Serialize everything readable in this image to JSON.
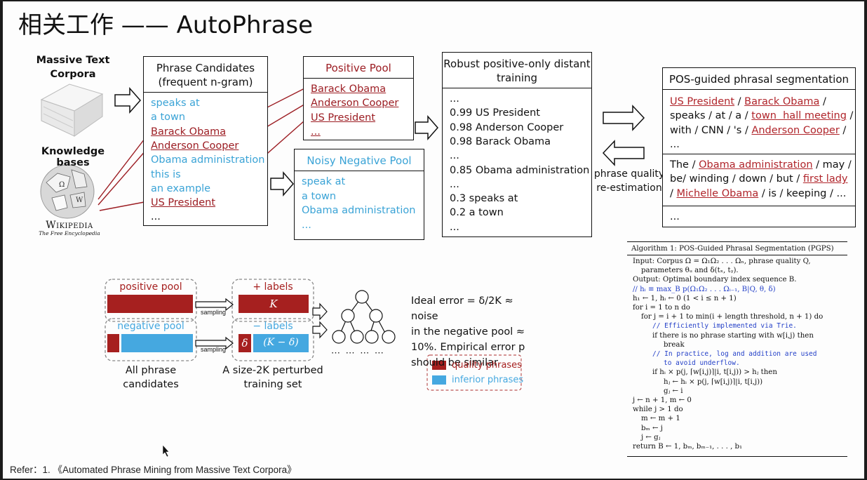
{
  "title": "相关工作 —— AutoPhrase",
  "sources": {
    "massive_text": "Massive Text\nCorpora",
    "knowledge_bases": "Knowledge bases",
    "wikipedia": "Wikipedia",
    "wikipedia_sub": "The Free Encyclopedia"
  },
  "phrase_candidates": {
    "header": "Phrase Candidates\n(frequent n-gram)",
    "items": [
      {
        "text": "speaks at",
        "kind": "blue"
      },
      {
        "text": "a town",
        "kind": "blue"
      },
      {
        "text": "Barack Obama",
        "kind": "red"
      },
      {
        "text": "Anderson Cooper",
        "kind": "red"
      },
      {
        "text": "Obama administration",
        "kind": "blue"
      },
      {
        "text": "this is",
        "kind": "blue"
      },
      {
        "text": "an example",
        "kind": "blue"
      },
      {
        "text": "US President",
        "kind": "red"
      },
      {
        "text": "...",
        "kind": "black"
      }
    ]
  },
  "positive_pool": {
    "header": "Positive Pool",
    "items": [
      "Barack Obama",
      "Anderson Cooper",
      "US President",
      "..."
    ]
  },
  "noisy_negative_pool": {
    "header": "Noisy Negative Pool",
    "items": [
      "speak at",
      "a town",
      "Obama administration",
      "..."
    ]
  },
  "robust_training": {
    "header": "Robust positive-only distant\ntraining",
    "items": [
      "...",
      "0.99 US President",
      "0.98 Anderson Cooper",
      "0.98 Barack Obama",
      "...",
      "0.85 Obama administration",
      "...",
      "0.3 speaks at",
      "0.2 a town",
      "..."
    ]
  },
  "phrase_quality_label": "phrase quality\nre-estimation",
  "pos_segmentation": {
    "header": "POS-guided phrasal segmentation",
    "seg1": [
      [
        {
          "t": "US President",
          "u": true
        },
        {
          "t": " / ",
          "u": false
        },
        {
          "t": "Barack Obama",
          "u": true
        },
        {
          "t": " /",
          "u": false
        }
      ],
      [
        {
          "t": "speaks / at / a / ",
          "u": false
        },
        {
          "t": "town  hall meeting",
          "u": true
        },
        {
          "t": " /",
          "u": false
        }
      ],
      [
        {
          "t": "with / CNN / 's / ",
          "u": false
        },
        {
          "t": "Anderson Cooper",
          "u": true
        },
        {
          "t": " /",
          "u": false
        }
      ],
      [
        {
          "t": "...",
          "u": false
        }
      ]
    ],
    "seg2": [
      [
        {
          "t": "The / ",
          "u": false
        },
        {
          "t": "Obama administration",
          "u": true
        },
        {
          "t": " / may /",
          "u": false
        }
      ],
      [
        {
          "t": "be/ winding / down / but / ",
          "u": false
        },
        {
          "t": "first lady",
          "u": true
        }
      ],
      [
        {
          "t": "/ ",
          "u": false
        },
        {
          "t": "Michelle Obama",
          "u": true
        },
        {
          "t": " / is / keeping / ...",
          "u": false
        }
      ]
    ],
    "seg3": "..."
  },
  "bottom_diagram": {
    "positive_pool": "positive pool",
    "negative_pool": "negative pool",
    "sampling": "sampling",
    "plus_labels": "+ labels",
    "minus_labels": "− labels",
    "K": "K",
    "delta": "δ",
    "K_minus_delta": "(K − δ)",
    "all_candidates": "All phrase\ncandidates",
    "perturbed_set": "A size-2K perturbed\ntraining set",
    "ideal_error": "Ideal error = δ/2K ≈ noise\nin the negative pool ≈\n10%. Empirical error p\nshould be similar.",
    "legend": [
      {
        "label": "quality phrases",
        "color": "#a6201f"
      },
      {
        "label": "inferior phrases",
        "color": "#45a8e0"
      }
    ]
  },
  "algorithm": {
    "title": "Algorithm 1: POS-Guided Phrasal Segmentation (PGPS)",
    "lines": [
      {
        "t": "Input: Corpus Ω = Ω₁Ω₂ . . . Ωₙ, phrase quality Q,",
        "i": 0,
        "c": "n"
      },
      {
        "t": "parameters θᵤ and δ(tₓ, tᵧ).",
        "i": 1,
        "c": "n"
      },
      {
        "t": "Output: Optimal boundary index sequence B.",
        "i": 0,
        "c": "n"
      },
      {
        "t": "// hᵢ ≡ max_B  p(Ω₁Ω₂ . . . Ωᵢ₋₁, B|Q, θ, δ)",
        "i": 0,
        "c": "b"
      },
      {
        "t": "h₁ ← 1, hᵢ ← 0 (1 < i ≤ n + 1)",
        "i": 0,
        "c": "n"
      },
      {
        "t": "for i = 1 to n do",
        "i": 0,
        "c": "n"
      },
      {
        "t": "for j = i + 1 to min(i + length threshold, n + 1) do",
        "i": 1,
        "c": "n"
      },
      {
        "t": "// Efficiently implemented via Trie.",
        "i": 2,
        "c": "m"
      },
      {
        "t": "if there is no phrase starting with w[i,j) then",
        "i": 2,
        "c": "n"
      },
      {
        "t": "break",
        "i": 3,
        "c": "n"
      },
      {
        "t": "// In practice, log and addition are used",
        "i": 2,
        "c": "m"
      },
      {
        "t": "to avoid underflow.",
        "i": 3,
        "c": "m"
      },
      {
        "t": "if hᵢ × p(j, ⌈w[i,j)⌉|i, t[i,j)) > hⱼ then",
        "i": 2,
        "c": "n"
      },
      {
        "t": "hⱼ ← hᵢ × p(j, ⌈w[i,j)⌉|i, t[i,j))",
        "i": 3,
        "c": "n"
      },
      {
        "t": "gⱼ ← i",
        "i": 3,
        "c": "n"
      },
      {
        "t": "j ← n + 1, m ← 0",
        "i": 0,
        "c": "n"
      },
      {
        "t": "while j > 1 do",
        "i": 0,
        "c": "n"
      },
      {
        "t": "m ← m + 1",
        "i": 1,
        "c": "n"
      },
      {
        "t": "bₘ ← j",
        "i": 1,
        "c": "n"
      },
      {
        "t": "j ← gⱼ",
        "i": 1,
        "c": "n"
      },
      {
        "t": "return B ← 1, bₘ, bₘ₋₁, . . . , b₁",
        "i": 0,
        "c": "n"
      }
    ]
  },
  "reference": "Refer：1. 《Automated Phrase Mining from Massive Text Corpora》",
  "colors": {
    "red": "#a6201f",
    "blue": "#45a8e0",
    "link_red": "#9c1d23",
    "text_blue": "#3aa3d6"
  }
}
